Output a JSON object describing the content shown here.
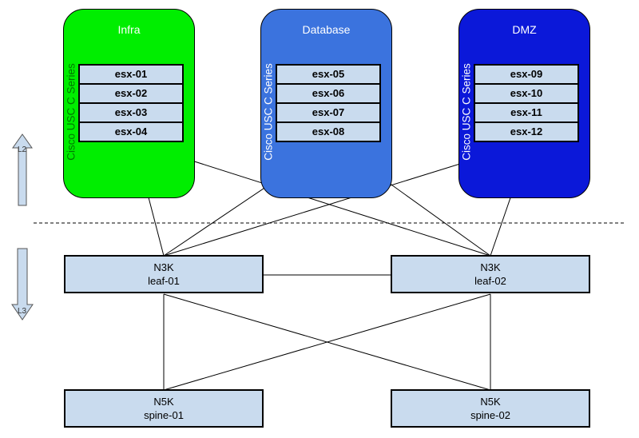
{
  "colors": {
    "infra": "#00ee00",
    "database": "#3b73de",
    "dmz": "#0b18d9",
    "box_fill": "#c9dbee",
    "arrow_fill": "#c9dbee",
    "infra_label": "#007a00",
    "database_label": "#ffffff",
    "dmz_label": "#ffffff"
  },
  "pods": [
    {
      "title": "Infra",
      "chassis_label": "Cisco USC C Series",
      "servers": [
        "esx-01",
        "esx-02",
        "esx-03",
        "esx-04"
      ]
    },
    {
      "title": "Database",
      "chassis_label": "Cisco USC C Series",
      "servers": [
        "esx-05",
        "esx-06",
        "esx-07",
        "esx-08"
      ]
    },
    {
      "title": "DMZ",
      "chassis_label": "Cisco USC C Series",
      "servers": [
        "esx-09",
        "esx-10",
        "esx-11",
        "esx-12"
      ]
    }
  ],
  "switches": {
    "leaf1": {
      "model": "N3K",
      "name": "leaf-01"
    },
    "leaf2": {
      "model": "N3K",
      "name": "leaf-02"
    },
    "spine1": {
      "model": "N5K",
      "name": "spine-01"
    },
    "spine2": {
      "model": "N5K",
      "name": "spine-02"
    }
  },
  "arrows": {
    "up_label": "L2",
    "down_label": "L3"
  }
}
